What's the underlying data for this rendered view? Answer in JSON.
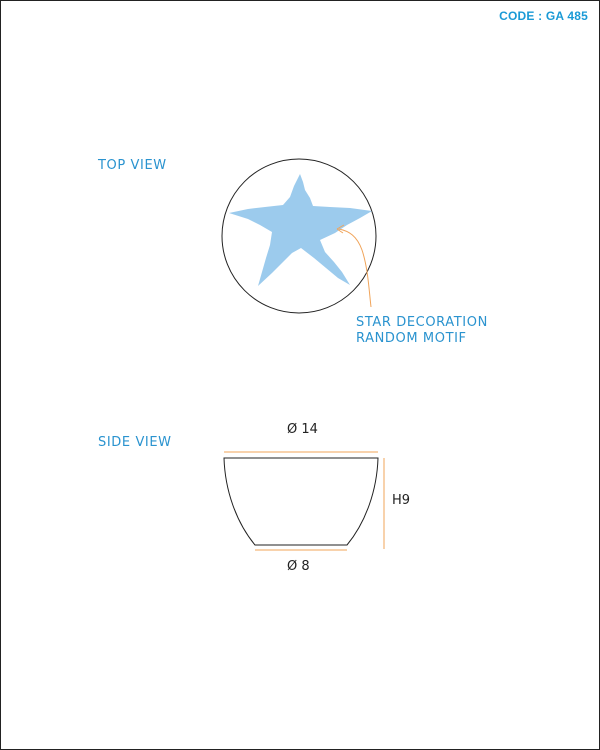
{
  "header": {
    "code": "CODE : GA 485"
  },
  "top_view": {
    "label": "TOP VIEW",
    "annotation": [
      "STAR DECORATION",
      "RANDOM MOTIF"
    ]
  },
  "side_view": {
    "label": "SIDE VIEW",
    "top_diameter": "Ø 14",
    "height": "H9",
    "bottom_diameter": "Ø 8"
  },
  "colors": {
    "label_blue": "#2a93cf",
    "star_fill": "#9ccbed",
    "dimension_line": "#f0a45a",
    "outline": "#222222"
  }
}
